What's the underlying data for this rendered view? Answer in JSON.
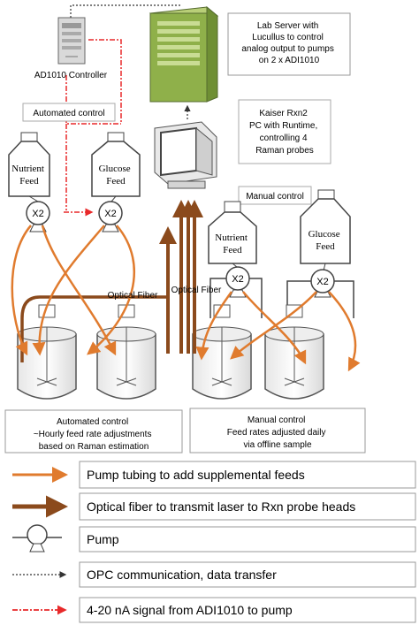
{
  "labels": {
    "lab_server": [
      "Lab Server with",
      "Lucullus to control",
      "analog output to pumps",
      "on 2 x ADI1010"
    ],
    "ad_controller": "AD1010 Controller",
    "automated_control_tag": "Automated control",
    "kaiser": [
      "Kaiser Rxn2",
      "PC with Runtime,",
      "controlling 4",
      "Raman probes"
    ],
    "manual_control_tag": "Manual control",
    "nutrient_feed": [
      "Nutrient",
      "Feed"
    ],
    "glucose_feed": [
      "Glucose",
      "Feed"
    ],
    "pump_x2": "X2",
    "optical_fiber": "Optical Fiber",
    "automated_box": [
      "Automated control",
      "~Hourly feed rate adjustments",
      "based on Raman estimation"
    ],
    "manual_box": [
      "Manual control",
      "Feed rates adjusted daily",
      "via offline sample"
    ]
  },
  "legend": [
    {
      "key": "pump-tubing",
      "text": "Pump tubing to add supplemental feeds"
    },
    {
      "key": "optical-fiber",
      "text": "Optical fiber to transmit laser to Rxn probe heads"
    },
    {
      "key": "pump",
      "text": "Pump"
    },
    {
      "key": "opc",
      "text": "OPC communication, data transfer"
    },
    {
      "key": "signal",
      "text": "4-20 nA signal from ADI1010 to pump"
    }
  ],
  "colors": {
    "tubing": "#e07b2e",
    "fiber": "#8b4a1c",
    "signal": "#e8292a",
    "server_green": "#8fb04a",
    "outline": "#555555"
  }
}
